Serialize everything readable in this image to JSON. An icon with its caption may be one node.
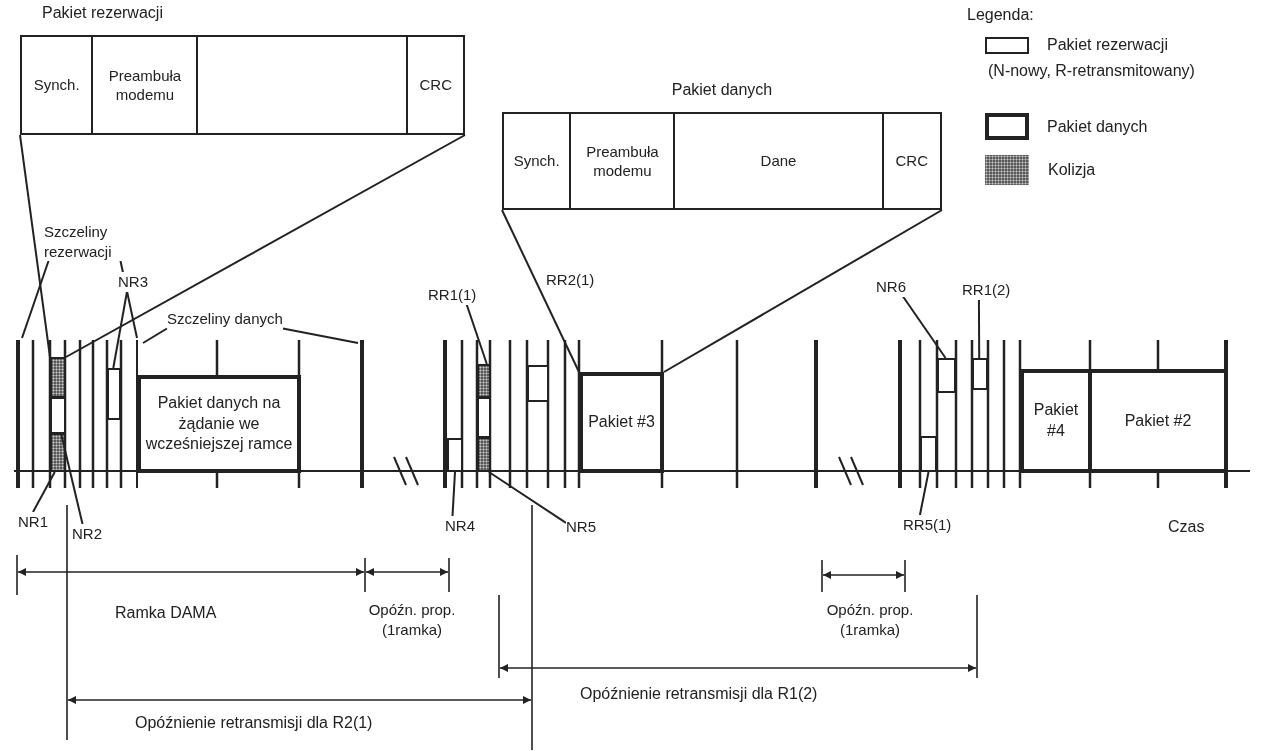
{
  "diagram": {
    "nodes": [
      {
        "text": [
          "Pakiet rezerwacji"
        ]
      },
      {
        "text": [
          "Synch."
        ],
        "in": 0
      },
      {
        "text": [
          "Preambuła modemu"
        ],
        "in": 0
      },
      {
        "text": [],
        "shape": "box",
        "in": 0
      },
      {
        "text": [
          "CRC"
        ],
        "in": 0
      },
      {
        "text": [
          "Pakiet danych"
        ]
      },
      {
        "text": [
          "Synch."
        ],
        "in": 5
      },
      {
        "text": [
          "Preambuła modemu"
        ],
        "in": 5
      },
      {
        "text": [
          "Dane"
        ],
        "in": 5
      },
      {
        "text": [
          "CRC"
        ],
        "in": 5
      },
      {
        "text": [
          "Szczeliny rezerwacji"
        ]
      },
      {
        "text": [
          "NR3"
        ]
      },
      {
        "text": [
          "Szczeliny danych"
        ]
      },
      {
        "text": [
          "RR1(1)"
        ]
      },
      {
        "text": [
          "NR6"
        ]
      },
      {
        "text": [
          "RR1(2)"
        ]
      },
      {
        "text": [],
        "shape": "box"
      },
      {
        "text": [],
        "shape": "box"
      },
      {
        "text": [],
        "shape": "box"
      },
      {
        "text": [],
        "shape": "box"
      },
      {
        "text": [
          "Pakiet danych na żądanie we wcześniejszej ramce"
        ]
      },
      {
        "text": [],
        "shape": "box"
      },
      {
        "text": [],
        "shape": "box"
      },
      {
        "text": [],
        "shape": "box"
      },
      {
        "text": [],
        "shape": "box"
      },
      {
        "text": [],
        "shape": "box"
      },
      {
        "text": [
          "Pakiet #3"
        ]
      },
      {
        "text": [],
        "shape": "box"
      },
      {
        "text": [],
        "shape": "box"
      },
      {
        "text": [],
        "shape": "box"
      },
      {
        "text": [
          "Pakiet #4"
        ]
      },
      {
        "text": [
          "Pakiet #2"
        ]
      },
      {
        "text": [
          "NR1"
        ]
      },
      {
        "text": [
          "NR2"
        ]
      },
      {
        "text": [
          "NR4"
        ]
      },
      {
        "text": [
          "NR5"
        ]
      },
      {
        "text": [
          "RR5(1)"
        ]
      }
    ],
    "edges": [
      {
        "from": 0,
        "to": 16,
        "arrow": "none"
      },
      {
        "from": 0,
        "to": 16,
        "arrow": "none"
      },
      {
        "from": 5,
        "to": 26,
        "arrow": "none"
      },
      {
        "from": 5,
        "to": 26,
        "arrow": "none"
      },
      {
        "from": 10,
        "to": null,
        "arrow": "none"
      },
      {
        "from": 10,
        "to": null,
        "arrow": "none"
      },
      {
        "from": 11,
        "to": 19,
        "arrow": "none"
      },
      {
        "from": 12,
        "to": null,
        "arrow": "none"
      },
      {
        "from": 12,
        "to": null,
        "arrow": "none"
      },
      {
        "from": 13,
        "to": 22,
        "arrow": "none"
      },
      {
        "from": 14,
        "to": 27,
        "arrow": "none"
      },
      {
        "from": 15,
        "to": 28,
        "arrow": "none"
      },
      {
        "from": 32,
        "to": 18,
        "arrow": "none"
      },
      {
        "from": 33,
        "to": 17,
        "arrow": "none"
      },
      {
        "from": 34,
        "to": 21,
        "arrow": "none"
      },
      {
        "from": 35,
        "to": 24,
        "arrow": "none"
      },
      {
        "from": 36,
        "to": 29,
        "arrow": "none"
      }
    ],
    "labels": [
      "Legenda:",
      "(N-nowy, R-retransmitowany)",
      "RR2(1)",
      "Czas",
      "Ramka DAMA",
      "Opóźn. prop. (1ramka)",
      "Opóźn. prop. (1ramka)",
      "Opóźnienie retransmisji dla R1(2)",
      "Opóźnienie retransmisji dla R2(1)"
    ],
    "legend": [
      {
        "text": "Pakiet rezerwacji"
      },
      {
        "text": "Pakiet danych"
      },
      {
        "text": "Kolizja",
        "color": "#5a5a5a"
      }
    ]
  }
}
